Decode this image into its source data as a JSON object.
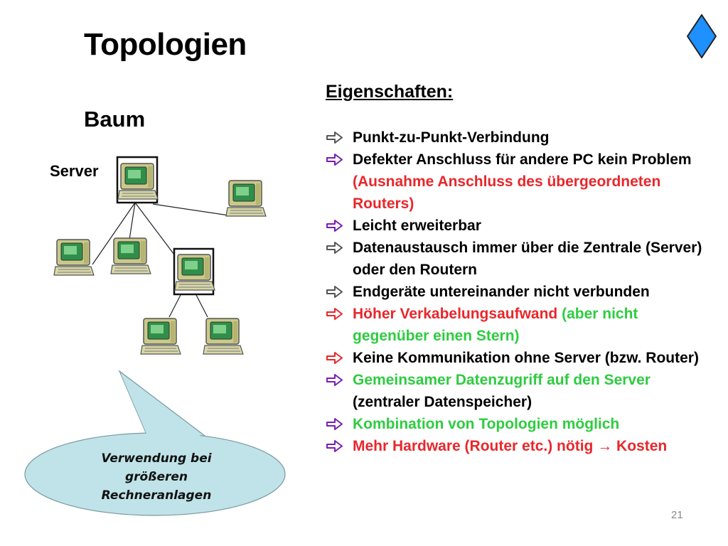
{
  "slide": {
    "title": "Topologien",
    "subtitle": "Baum",
    "server_label": "Server",
    "section_heading": "Eigenschaften:",
    "page_number": "21",
    "callout": {
      "line1": "Verwendung bei",
      "line2": "größeren",
      "line3": "Rechneranlagen"
    },
    "items": [
      {
        "parts": [
          {
            "text": "Punkt-zu-Punkt-Verbindung",
            "color": "black"
          }
        ],
        "arrow": "gray"
      },
      {
        "parts": [
          {
            "text": "Defekter Anschluss für andere PC kein Problem ",
            "color": "black"
          },
          {
            "text": "(Ausnahme Anschluss des übergeordneten Routers)",
            "color": "red"
          }
        ],
        "arrow": "purple"
      },
      {
        "parts": [
          {
            "text": "Leicht erweiterbar",
            "color": "black"
          }
        ],
        "arrow": "purple"
      },
      {
        "parts": [
          {
            "text": "Datenaustausch immer über die Zentrale (Server) oder den Routern",
            "color": "black"
          }
        ],
        "arrow": "gray"
      },
      {
        "parts": [
          {
            "text": "Endgeräte untereinander nicht verbunden",
            "color": "black"
          }
        ],
        "arrow": "gray"
      },
      {
        "parts": [
          {
            "text": "Höher Verkabelungsaufwand ",
            "color": "red"
          },
          {
            "text": "(aber nicht gegenüber einen Stern)",
            "color": "green"
          }
        ],
        "arrow": "red"
      },
      {
        "parts": [
          {
            "text": "Keine Kommunikation ohne Server (bzw. Router)",
            "color": "black"
          }
        ],
        "arrow": "red"
      },
      {
        "parts": [
          {
            "text": "Gemeinsamer Datenzugriff auf den Server ",
            "color": "green"
          },
          {
            "text": "(zentraler Datenspeicher)",
            "color": "black"
          }
        ],
        "arrow": "purple"
      },
      {
        "parts": [
          {
            "text": "Kombination von Topologien möglich",
            "color": "green"
          }
        ],
        "arrow": "purple"
      },
      {
        "parts": [
          {
            "text": "Mehr Hardware (Router etc.) nötig → Kosten",
            "color": "red"
          }
        ],
        "arrow": "purple"
      }
    ]
  },
  "colors": {
    "red": "#e8272b",
    "green": "#2ecc40",
    "purple": "#7a1fb0",
    "gray": "#555555",
    "callout_fill": "#bfe3e8",
    "diamond_fill": "#1e90ff"
  }
}
